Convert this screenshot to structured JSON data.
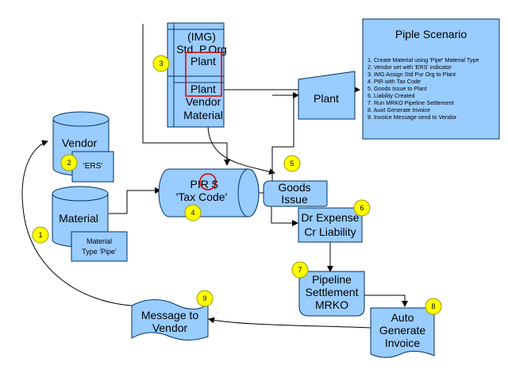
{
  "colors": {
    "fill": "#99ccff",
    "stroke": "#003366",
    "badge_fill": "#ffff00",
    "badge_stroke": "#999900",
    "highlight": "#dd0000",
    "connector": "#000000"
  },
  "nodes": {
    "img_std_porg": [
      "(IMG)",
      "Std. P.Org"
    ],
    "plant_top": "Plant",
    "plant_bottom": "Plant",
    "vendor_material": [
      "Vendor",
      "Material"
    ],
    "plant_right": "Plant",
    "vendor": "Vendor",
    "ers_tag": "'ERS'",
    "material": "Material",
    "material_type_tag": [
      "Material",
      "Type 'Pipe'"
    ],
    "pir": [
      "PIR $",
      "'Tax Code'"
    ],
    "goods_issue": [
      "Goods",
      "Issue"
    ],
    "expense": [
      "Dr Expense",
      "Cr Liability"
    ],
    "pipeline_settlement": [
      "Pipeline",
      "Settlement",
      "MRKO"
    ],
    "auto_invoice": [
      "Auto",
      "Generate",
      "Invoice"
    ],
    "message_vendor": [
      "Message to",
      "Vendor"
    ]
  },
  "badges": [
    "1",
    "2",
    "3",
    "4",
    "5",
    "6",
    "7",
    "8",
    "9"
  ],
  "scenario": {
    "title": "Piple Scenario",
    "steps": [
      "1. Create Material using 'Pipe' Material Type",
      "2. Vendor set with 'ERS' indicator",
      "3. IMG Assign Std Pur Org to Plant",
      "4. PIR with Tax Code",
      "5. Goods Issue to Plant",
      "6. Liability Created",
      "7. Run MRKO Pipeline Settlement",
      "8. Auot Generate Invoice",
      "9. Invoice Message send to Vendor"
    ]
  }
}
